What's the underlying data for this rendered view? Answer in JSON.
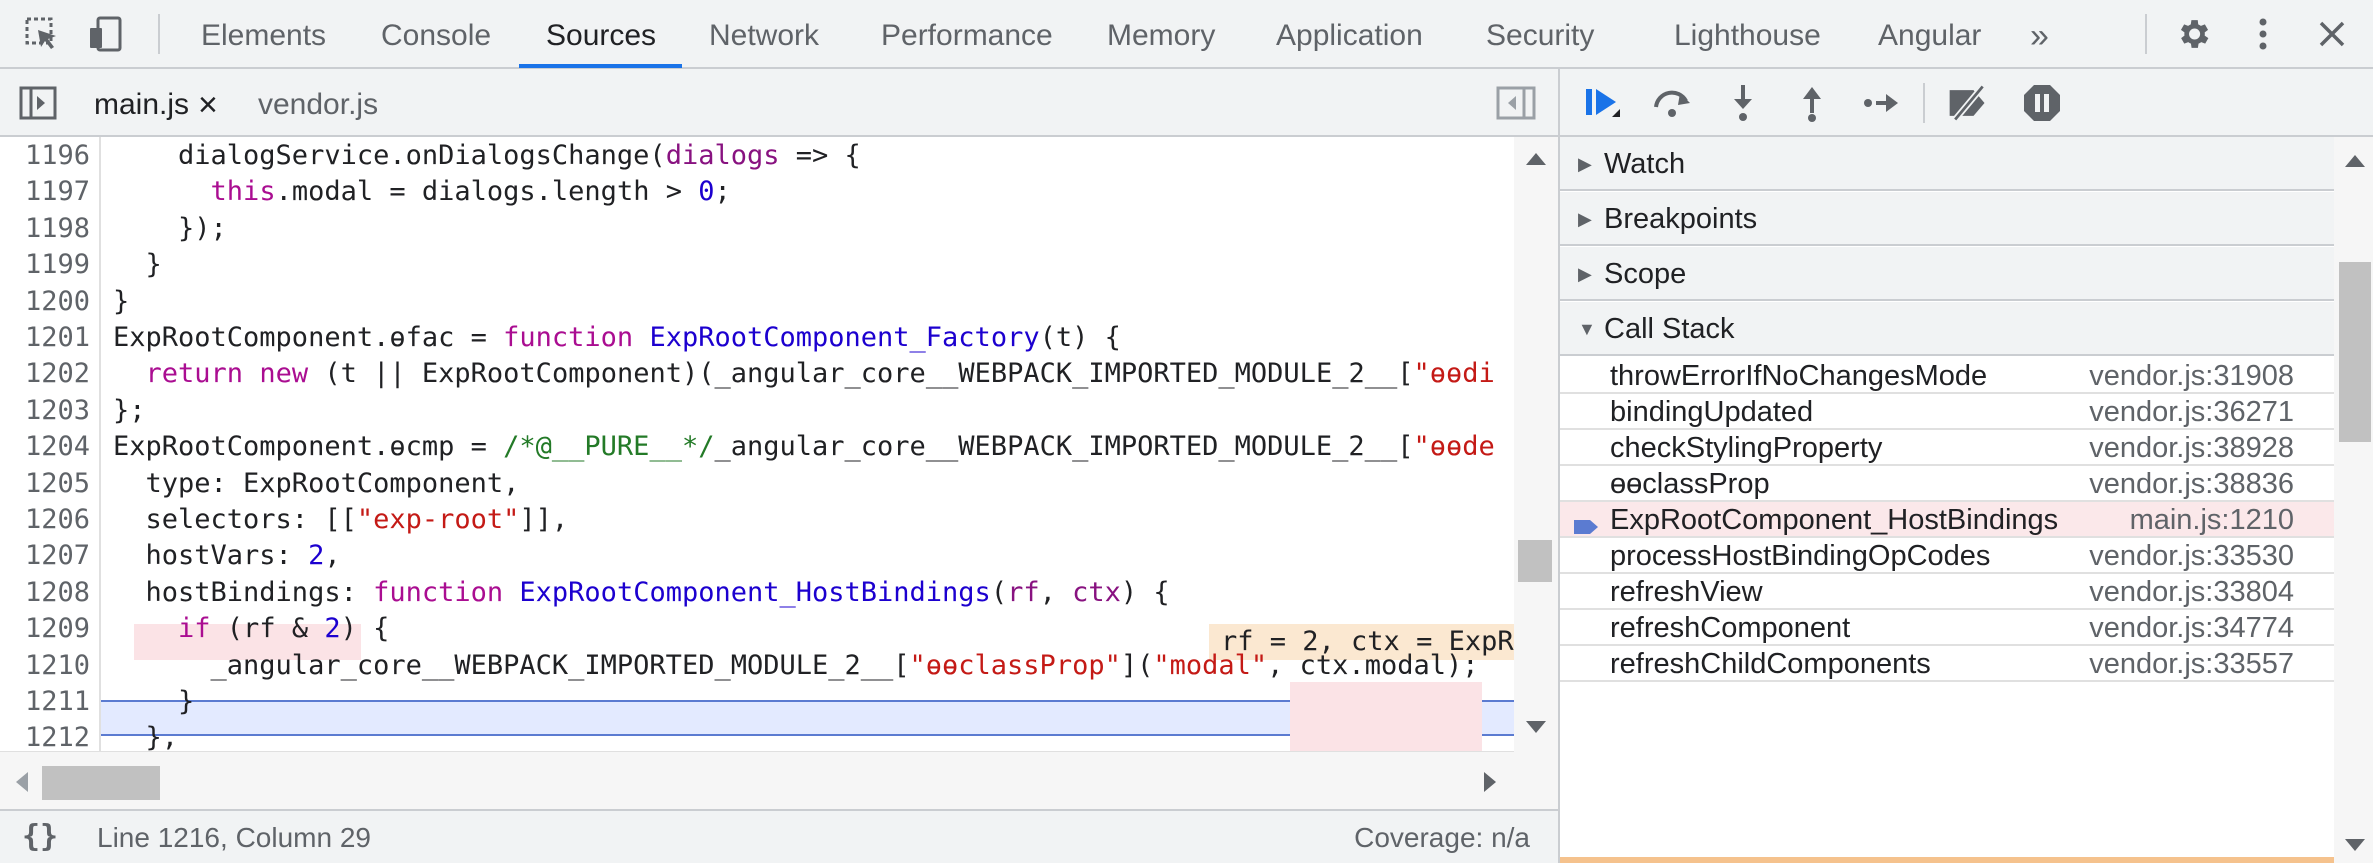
{
  "toolbar": {
    "tabs": [
      "Elements",
      "Console",
      "Sources",
      "Network",
      "Performance",
      "Memory",
      "Application",
      "Security",
      "Lighthouse",
      "Angular"
    ],
    "active_tab": "Sources",
    "more_label": "»",
    "icons": [
      "inspect-element-icon",
      "device-toolbar-icon",
      "more-tabs-icon",
      "settings-icon",
      "more-options-icon",
      "close-icon"
    ]
  },
  "editor": {
    "files": [
      {
        "name": "main.js",
        "active": true,
        "close": "×"
      },
      {
        "name": "vendor.js",
        "active": false
      }
    ],
    "lines": [
      {
        "n": "1196",
        "code": "    dialogService.onDialogsChange(dialogs => {"
      },
      {
        "n": "1197",
        "code": "      this.modal = dialogs.length > 0;"
      },
      {
        "n": "1198",
        "code": "    });"
      },
      {
        "n": "1199",
        "code": "  }"
      },
      {
        "n": "1200",
        "code": "}"
      },
      {
        "n": "1201",
        "code": "ExpRootComponent.ɵfac = function ExpRootComponent_Factory(t) {"
      },
      {
        "n": "1202",
        "code": "  return new (t || ExpRootComponent)(_angular_core__WEBPACK_IMPORTED_MODULE_2__[\"ɵɵdi"
      },
      {
        "n": "1203",
        "code": "};"
      },
      {
        "n": "1204",
        "code": "ExpRootComponent.ɵcmp = /*@__PURE__*/_angular_core__WEBPACK_IMPORTED_MODULE_2__[\"ɵɵde"
      },
      {
        "n": "1205",
        "code": "  type: ExpRootComponent,"
      },
      {
        "n": "1206",
        "code": "  selectors: [[\"exp-root\"]],"
      },
      {
        "n": "1207",
        "code": "  hostVars: 2,"
      },
      {
        "n": "1208",
        "code": "  hostBindings: function ExpRootComponent_HostBindings(rf, ctx) {"
      },
      {
        "n": "1209",
        "code": "    if (rf & 2) {"
      },
      {
        "n": "1210",
        "code": "      _angular_core__WEBPACK_IMPORTED_MODULE_2__[\"ɵɵclassProp\"](\"modal\", ctx.modal);"
      },
      {
        "n": "1211",
        "code": "    }"
      },
      {
        "n": "1212",
        "code": "  },"
      }
    ],
    "inline_value": "rf = 2, ctx = ExpR",
    "status_left": "Line 1216, Column 29",
    "status_right": "Coverage: n/a",
    "format_icon": "{}"
  },
  "debugger": {
    "sections": [
      {
        "label": "Watch",
        "expanded": false
      },
      {
        "label": "Breakpoints",
        "expanded": false
      },
      {
        "label": "Scope",
        "expanded": false
      },
      {
        "label": "Call Stack",
        "expanded": true
      }
    ],
    "call_stack": [
      {
        "name": "throwErrorIfNoChangesMode",
        "loc": "vendor.js:31908",
        "current": false
      },
      {
        "name": "bindingUpdated",
        "loc": "vendor.js:36271",
        "current": false
      },
      {
        "name": "checkStylingProperty",
        "loc": "vendor.js:38928",
        "current": false
      },
      {
        "name": "ɵɵclassProp",
        "loc": "vendor.js:38836",
        "current": false
      },
      {
        "name": "ExpRootComponent_HostBindings",
        "loc": "main.js:1210",
        "current": true
      },
      {
        "name": "processHostBindingOpCodes",
        "loc": "vendor.js:33530",
        "current": false
      },
      {
        "name": "refreshView",
        "loc": "vendor.js:33804",
        "current": false
      },
      {
        "name": "refreshComponent",
        "loc": "vendor.js:34774",
        "current": false
      },
      {
        "name": "refreshChildComponents",
        "loc": "vendor.js:33557",
        "current": false
      }
    ],
    "colors": {
      "accent": "#1a73e8",
      "current_frame": "#fbe8ea",
      "exec_line": "#e3eaff"
    }
  }
}
